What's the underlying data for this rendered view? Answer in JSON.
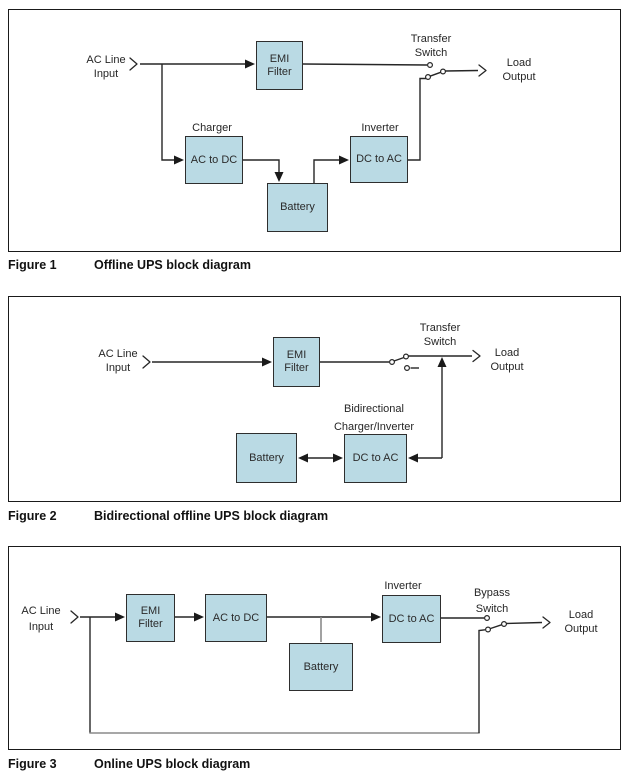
{
  "colors": {
    "block_fill": "#badae4",
    "block_border": "#2e2e2e",
    "line_color": "#262626",
    "bypass_line_color": "#8a8a8a",
    "panel_border": "#1a1a1a",
    "caption_color": "#111111"
  },
  "figures": [
    {
      "caption_label": "Figure 1",
      "caption_title": "Offline UPS block diagram",
      "labels": {
        "input": [
          "AC Line",
          "Input"
        ],
        "output": [
          "Load",
          "Output"
        ],
        "switch": [
          "Transfer",
          "Switch"
        ],
        "charger": "Charger",
        "inverter": "Inverter"
      },
      "blocks": {
        "emi_filter": "EMI Filter",
        "ac_to_dc": "AC to DC",
        "dc_to_ac": "DC to AC",
        "battery": "Battery"
      }
    },
    {
      "caption_label": "Figure 2",
      "caption_title": "Bidirectional offline UPS block diagram",
      "labels": {
        "input": [
          "AC Line",
          "Input"
        ],
        "output": [
          "Load",
          "Output"
        ],
        "switch": [
          "Transfer",
          "Switch"
        ],
        "converter": [
          "Bidirectional",
          "Charger/Inverter"
        ]
      },
      "blocks": {
        "emi_filter": "EMI Filter",
        "battery": "Battery",
        "dc_to_ac": "DC to AC"
      }
    },
    {
      "caption_label": "Figure 3",
      "caption_title": "Online UPS block diagram",
      "labels": {
        "input": [
          "AC Line",
          "Input"
        ],
        "output": [
          "Load",
          "Output"
        ],
        "switch": [
          "Bypass",
          "Switch"
        ],
        "inverter": "Inverter"
      },
      "blocks": {
        "emi_filter": "EMI Filter",
        "ac_to_dc": "AC to DC",
        "battery": "Battery",
        "dc_to_ac": "DC to AC"
      }
    }
  ]
}
